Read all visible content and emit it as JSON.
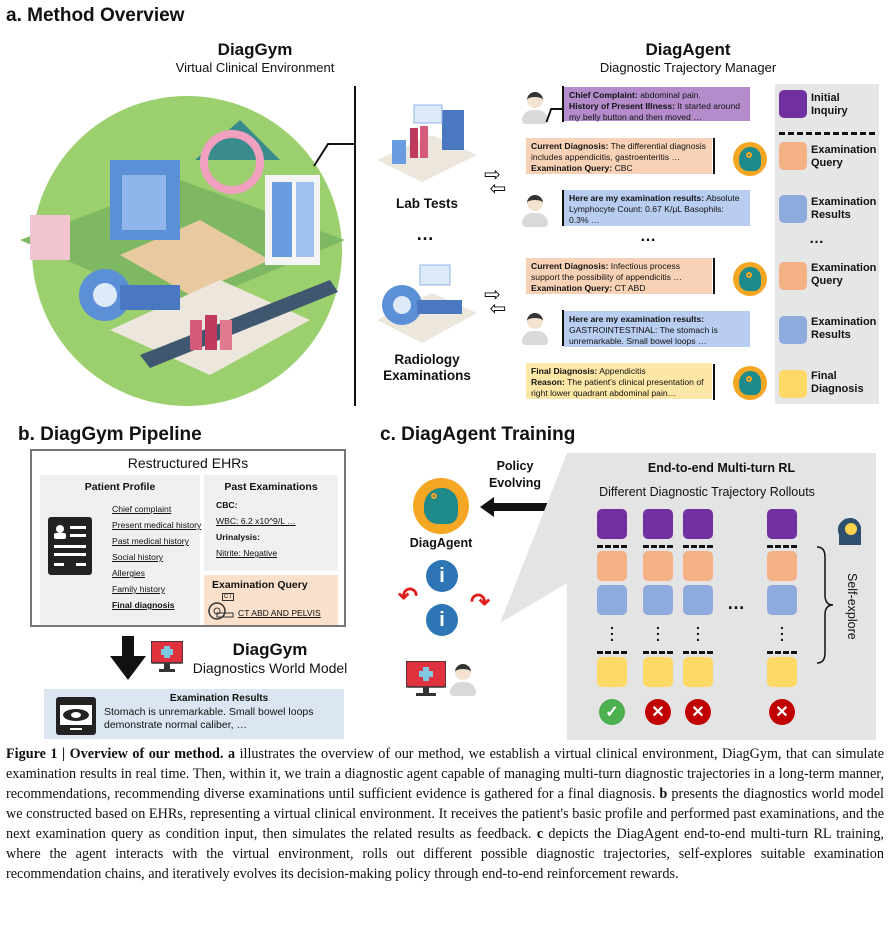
{
  "sections": {
    "a_title": "a. Method Overview",
    "b_title": "b. DiagGym Pipeline",
    "c_title": "c. DiagAgent Training"
  },
  "diaggym": {
    "title": "DiagGym",
    "subtitle": "Virtual Clinical Environment"
  },
  "diagagent": {
    "title": "DiagAgent",
    "subtitle": "Diagnostic Trajectory Manager"
  },
  "environment": {
    "lab_tests": "Lab Tests",
    "ellipsis": "…",
    "radiology": "Radiology Examinations"
  },
  "trajectory": [
    {
      "type": "initial_inquiry",
      "speaker": "patient",
      "lines": [
        {
          "label": "Chief Complaint:",
          "text": " abdominal pain."
        },
        {
          "label": "History of Present Illness:",
          "text": " It started around my belly button and then moved …"
        }
      ]
    },
    {
      "type": "examination_query",
      "speaker": "agent",
      "lines": [
        {
          "label": "Current Diagnosis:",
          "text": " The differential diagnosis includes appendicitis, gastroenteritis …"
        },
        {
          "label": "Examination Query:",
          "text": " CBC"
        }
      ]
    },
    {
      "type": "examination_results",
      "speaker": "patient",
      "lines": [
        {
          "label": "Here are my examination results:",
          "text": " Absolute Lymphocyte Count: 0.67 K/μL Basophils: 0.3% …"
        }
      ]
    },
    {
      "type": "examination_query",
      "speaker": "agent",
      "lines": [
        {
          "label": "Current Diagnosis:",
          "text": " Infectious process support the possibility of appendicitis …"
        },
        {
          "label": "Examination Query:",
          "text": " CT ABD"
        }
      ]
    },
    {
      "type": "examination_results",
      "speaker": "patient",
      "lines": [
        {
          "label": "Here are my examination results:",
          "text": " GASTROINTESTINAL: The stomach is unremarkable. Small bowel loops …"
        }
      ]
    },
    {
      "type": "final_diagnosis",
      "speaker": "agent",
      "lines": [
        {
          "label": "Final Diagnosis:",
          "text": " Appendicitis"
        },
        {
          "label": "Reason:",
          "text": " The patient's clinical presentation of right lower quadrant abdominal pain…"
        }
      ]
    }
  ],
  "trajectory_ellipsis": "…",
  "legend": [
    {
      "label": "Initial Inquiry",
      "color": "#7030a0"
    },
    {
      "label": "Examination Query",
      "color": "#f4b183"
    },
    {
      "label": "Examination Results",
      "color": "#8faadc"
    },
    {
      "label": "…",
      "color": ""
    },
    {
      "label": "Examination Query",
      "color": "#f4b183"
    },
    {
      "label": "Examination Results",
      "color": "#8faadc"
    },
    {
      "label": "Final Diagnosis",
      "color": "#ffd966"
    }
  ],
  "pipeline": {
    "ehr_title": "Restructured EHRs",
    "patient_profile": {
      "title": "Patient Profile",
      "items": [
        "Chief complaint",
        "Present medical history",
        "Past medical history",
        "Social history",
        "Allergies",
        "Family history",
        "Final diagnosis"
      ]
    },
    "past_exams": {
      "title": "Past Examinations",
      "items": [
        {
          "label": "CBC:",
          "value": "WBC: 6.2 x10^9/L …"
        },
        {
          "label": "Urinalysis:",
          "value": "Nitrite: Negative"
        }
      ]
    },
    "exam_query": {
      "title": "Examination Query",
      "icon_label": "CT",
      "value": "CT ABD AND PELVIS"
    },
    "world_model": {
      "title": "DiagGym",
      "subtitle": "Diagnostics World Model"
    },
    "exam_results": {
      "title": "Examination Results",
      "text": "Stomach is unremarkable. Small bowel loops demonstrate normal caliber, …"
    }
  },
  "training": {
    "policy_label_1": "Policy",
    "policy_label_2": "Evolving",
    "agent_name": "DiagAgent",
    "rl_title": "End-to-end Multi-turn RL",
    "rl_subtitle": "Different Diagnostic Trajectory Rollouts",
    "self_explore": "Self-explore",
    "rollouts": [
      {
        "outcome": "correct"
      },
      {
        "outcome": "wrong"
      },
      {
        "outcome": "wrong"
      },
      {
        "outcome": "wrong"
      }
    ],
    "ellipsis": "…",
    "check": "✓",
    "cross": "✕"
  },
  "colors": {
    "initial_inquiry": "#7030a0",
    "examination_query": "#f4b183",
    "examination_results": "#8faadc",
    "final_diagnosis": "#ffd966",
    "correct": "#4caf50",
    "wrong": "#c00000"
  },
  "caption": {
    "figure_label": "Figure 1 | ",
    "bold_title": "Overview of our method.",
    "part_a": " a",
    "text_a": " illustrates the overview of our method, we establish a virtual clinical environment, DiagGym, that can simulate examination results in real time. Then, within it, we train a diagnostic agent capable of managing multi-turn diagnostic trajectories in a long-term manner, recommendations, recommending diverse examinations until sufficient evidence is gathered for a final diagnosis.",
    "part_b": " b",
    "text_b": " presents the diagnostics world model we constructed based on EHRs, representing a virtual clinical environment. It receives the patient's basic profile and performed past examinations, and the next examination query as condition input, then simulates the related results as feedback.",
    "part_c": " c",
    "text_c": " depicts the DiagAgent end-to-end multi-turn RL training, where the agent interacts with the virtual environment, rolls out different possible diagnostic trajectories, self-explores suitable examination recommendation chains, and iteratively evolves its decision-making policy through end-to-end reinforcement rewards."
  }
}
